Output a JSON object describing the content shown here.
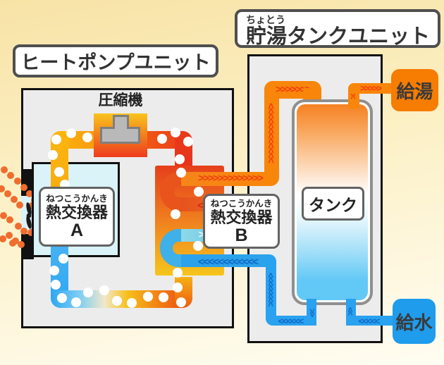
{
  "page": {
    "background_top": "#f8e3a6",
    "background_bottom": "#fffdf2"
  },
  "heat_pump_unit": {
    "title": "ヒートポンプユニット",
    "compressor_label": "圧縮機",
    "exchanger_a": {
      "furigana": "ねつこうかんき",
      "name": "熱交換器",
      "id": "A"
    },
    "exchanger_b": {
      "furigana": "ねつこうかんき",
      "name": "熱交換器",
      "id": "B"
    }
  },
  "tank_unit": {
    "furigana": "ちょとう",
    "title": "貯湯タンクユニット",
    "tank_label": "タンク"
  },
  "connections": {
    "hot_water_out": "給湯",
    "cold_water_in": "給水"
  },
  "icons": {
    "fan": "fan-icon",
    "heat_dots": "outside-air-heat-dots",
    "refrigerant_bubbles": "refrigerant-bubble-dots",
    "flow_chevrons": "flow-direction-chevrons"
  },
  "colors": {
    "hot_water_pipe": "#f8860b",
    "hot_chevron": "#f43c0e",
    "cold_water_pipe": "#29a2f0",
    "cold_chevron": "#0f66c6",
    "hot_port_box": "#f77c02",
    "cold_port_box": "#1f9cec",
    "refrigerant_hot": "#e93a1b",
    "refrigerant_warm": "#f9ad10",
    "refrigerant_cold": "#2fa7f1",
    "compressor_body": "#b9b9b9",
    "exchanger_a_fill": "#d9f3f8",
    "heat_dot": "#ef6d2e"
  }
}
